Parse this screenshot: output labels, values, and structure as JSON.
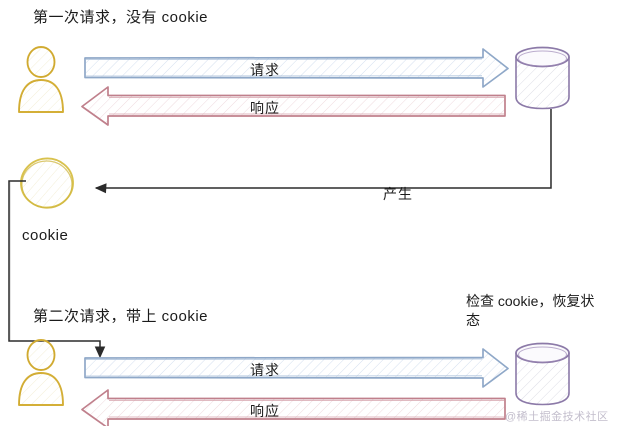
{
  "diagram": {
    "title": "cookie-session-flow",
    "background": "#ffffff"
  },
  "colors": {
    "request_arrow_stroke": "#8fa8c8",
    "request_arrow_fill": "#f3f7fc",
    "response_arrow_stroke": "#c0808c",
    "response_arrow_fill": "#fbf2f4",
    "user_icon_stroke": "#d4af37",
    "user_icon_fill": "#fdfbf0",
    "server_stroke": "#8c7aa8",
    "server_fill": "#fbfafd",
    "cookie_stroke": "#d9c24e",
    "cookie_fill": "#fdfbee",
    "connector_stroke": "#2b2b2b",
    "text": "#1b1b1b",
    "watermark": "#b9b3c4"
  },
  "sections": {
    "first_request": {
      "title": "第一次请求，没有 cookie",
      "request_label": "请求",
      "response_label": "响应",
      "actor_name": "user",
      "server_name": "server"
    },
    "cookie_stage": {
      "produce_label": "产生",
      "cookie_label": "cookie"
    },
    "second_request": {
      "title": "第二次请求，带上 cookie",
      "request_label": "请求",
      "response_label": "响应",
      "server_note": "检查 cookie，恢复状态",
      "actor_name": "user",
      "server_name": "server"
    }
  },
  "watermark": {
    "text": "@稀土掘金技术社区"
  }
}
